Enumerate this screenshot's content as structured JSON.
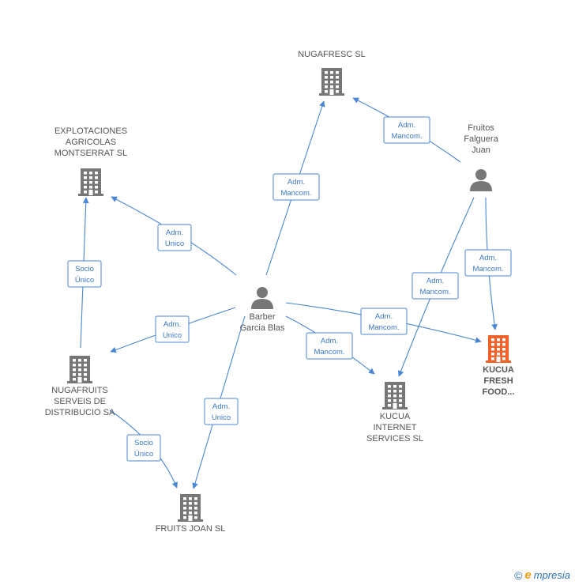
{
  "colors": {
    "edge": "#4a86d4",
    "box_border": "#4a86d4",
    "box_text": "#3a78c9",
    "node_gray": "#777777",
    "node_highlight": "#f0622a"
  },
  "nodes": [
    {
      "id": "nugafresc",
      "type": "company",
      "label_lines": [
        "NUGAFRESC SL"
      ]
    },
    {
      "id": "explotaciones",
      "type": "company",
      "label_lines": [
        "EXPLOTACIONES",
        "AGRICOLAS",
        "MONTSERRAT SL"
      ]
    },
    {
      "id": "fruitos",
      "type": "person",
      "label_lines": [
        "Fruitos",
        "Falguera",
        "Juan"
      ]
    },
    {
      "id": "barber",
      "type": "person",
      "label_lines": [
        "Barber",
        "Garcia Blas"
      ]
    },
    {
      "id": "nugafruits",
      "type": "company",
      "label_lines": [
        "NUGAFRUITS",
        "SERVEIS DE",
        "DISTRIBUCIO SA"
      ]
    },
    {
      "id": "kucua_internet",
      "type": "company",
      "label_lines": [
        "KUCUA",
        "INTERNET",
        "SERVICES SL"
      ]
    },
    {
      "id": "kucua_fresh",
      "type": "company",
      "highlight": true,
      "label_lines": [
        "KUCUA",
        "FRESH",
        "FOOD..."
      ]
    },
    {
      "id": "fruits_joan",
      "type": "company",
      "label_lines": [
        "FRUITS JOAN SL"
      ]
    }
  ],
  "edges": [
    {
      "from": "barber",
      "to": "nugafresc",
      "label_lines": [
        "Adm.",
        "Mancom."
      ]
    },
    {
      "from": "fruitos",
      "to": "nugafresc",
      "label_lines": [
        "Adm.",
        "Mancom."
      ]
    },
    {
      "from": "barber",
      "to": "explotaciones",
      "label_lines": [
        "Adm.",
        "Unico"
      ]
    },
    {
      "from": "nugafruits",
      "to": "explotaciones",
      "label_lines": [
        "Socio",
        "Único"
      ]
    },
    {
      "from": "barber",
      "to": "nugafruits",
      "label_lines": [
        "Adm.",
        "Unico"
      ]
    },
    {
      "from": "barber",
      "to": "kucua_fresh",
      "label_lines": [
        "Adm.",
        "Mancom."
      ]
    },
    {
      "from": "barber",
      "to": "kucua_internet",
      "label_lines": [
        "Adm.",
        "Mancom."
      ]
    },
    {
      "from": "fruitos",
      "to": "kucua_fresh",
      "label_lines": [
        "Adm.",
        "Mancom."
      ]
    },
    {
      "from": "fruitos",
      "to": "kucua_internet",
      "label_lines": [
        "Adm.",
        "Mancom."
      ]
    },
    {
      "from": "barber",
      "to": "fruits_joan",
      "label_lines": [
        "Adm.",
        "Unico"
      ]
    },
    {
      "from": "nugafruits",
      "to": "fruits_joan",
      "label_lines": [
        "Socio",
        "Único"
      ]
    }
  ],
  "footer": {
    "copyright": "©",
    "brand_initial": "e",
    "brand_rest": "mpresia"
  }
}
